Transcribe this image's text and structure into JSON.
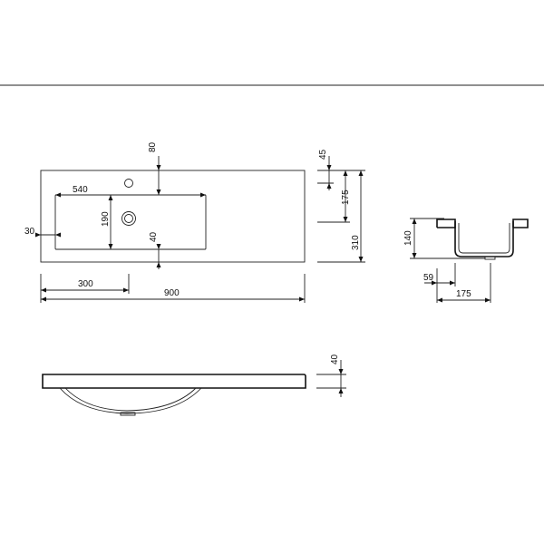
{
  "plan_view": {
    "dims": {
      "tap_hole_offset": "80",
      "basin_width": "540",
      "basin_depth": "190",
      "left_margin": "30",
      "bottom_margin": "40",
      "drain_offset": "300",
      "total_width": "900"
    }
  },
  "side_view": {
    "dims": {
      "top_offset": "45",
      "inner_depth": "175",
      "total_depth": "310"
    }
  },
  "section_view": {
    "dims": {
      "height": "140",
      "rim": "59",
      "width": "175"
    }
  },
  "front_view": {
    "dims": {
      "thickness": "40"
    }
  }
}
